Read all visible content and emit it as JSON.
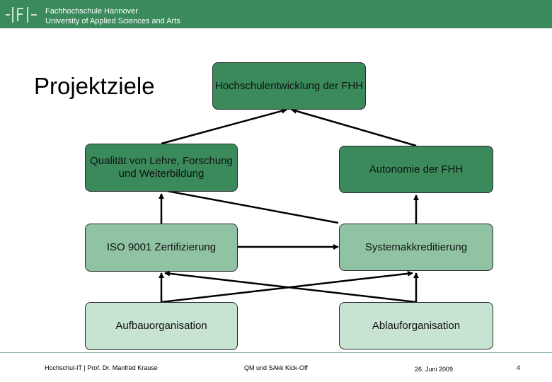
{
  "header": {
    "institution_line1": "Fachhochschule Hannover",
    "institution_line2": "University of Applied Sciences and Arts",
    "logo_icon": "fhh-logo-icon"
  },
  "slide": {
    "title": "Projektziele",
    "boxes": {
      "hochschulentwicklung": "Hochschulentwicklung der FHH",
      "qualitaet": "Qualität von Lehre, Forschung und Weiterbildung",
      "autonomie": "Autonomie der FHH",
      "iso": "ISO 9001 Zertifizierung",
      "systemakkreditierung": "Systemakkreditierung",
      "aufbau": "Aufbauorganisation",
      "ablauf": "Ablauforganisation"
    }
  },
  "footer": {
    "author": "Hochschul-IT | Prof. Dr. Manfred Krause",
    "event": "QM und SAkk Kick-Off",
    "date": "26. Juni 2009",
    "page": "4"
  },
  "colors": {
    "brand_green": "#3a8a5c",
    "box_mid": "#8fc3a4",
    "box_light": "#c7e3d1"
  }
}
